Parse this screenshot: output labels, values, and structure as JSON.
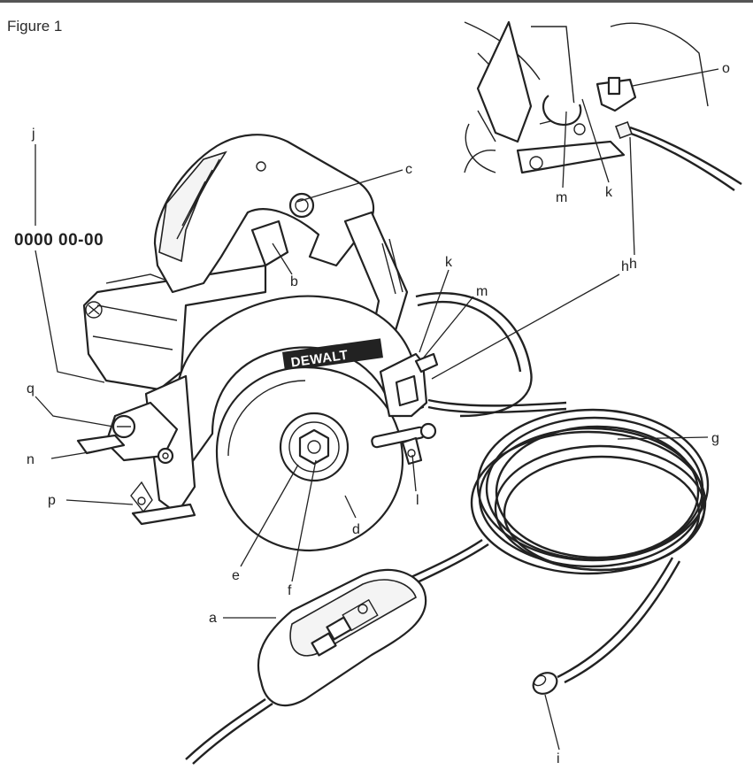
{
  "figure": {
    "title": "Figure 1",
    "part_number": "0000 00-00",
    "brand_mark": "DEWALT"
  },
  "labels": {
    "a": "a",
    "b": "b",
    "c": "c",
    "d": "d",
    "e": "e",
    "f": "f",
    "g": "g",
    "h": "h",
    "i": "i",
    "j": "j",
    "k": "k",
    "l": "l",
    "m": "m",
    "n": "n",
    "o": "o",
    "p": "p",
    "q": "q",
    "inset_k": "k",
    "inset_m": "m",
    "inset_h": "h"
  }
}
